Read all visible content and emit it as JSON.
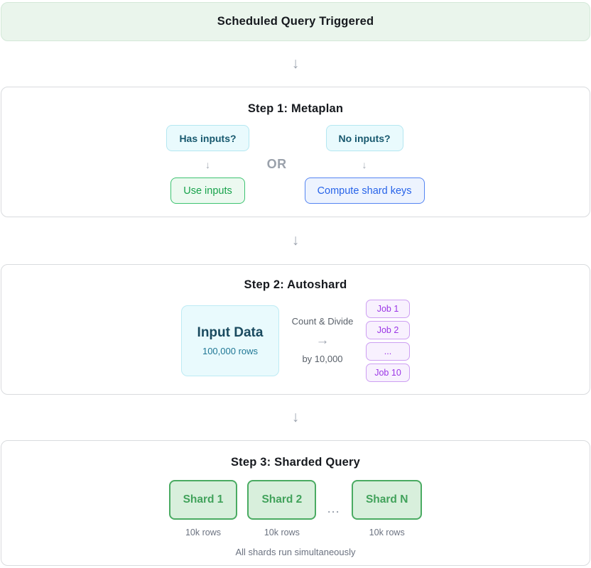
{
  "colors": {
    "header_bg": "#eaf5ec",
    "header_border": "#d3e8d8",
    "card_border": "#d9dbde",
    "cyan_bg": "#e9fafd",
    "cyan_border": "#b4e7f1",
    "cyan_text": "#17586e",
    "green_bg": "#ecf9f0",
    "green_border": "#3ec371",
    "green_text": "#17a24b",
    "blue_bg": "#edf3fe",
    "blue_border": "#5585f2",
    "blue_text": "#2763e9",
    "purple_bg": "#f8f1fe",
    "purple_border": "#cd9ff2",
    "purple_text": "#9b35e6",
    "shard_bg": "#d8efdc",
    "shard_border": "#4aab62",
    "shard_text": "#41a25b",
    "muted_text": "#6b7280",
    "arrow_gray": "#9ca3af",
    "title_text": "#16191e"
  },
  "icons": {
    "down_arrow": "↓",
    "right_arrow": "→"
  },
  "header": {
    "title": "Scheduled Query Triggered"
  },
  "step1": {
    "title": "Step 1: Metaplan",
    "or_label": "OR",
    "branches": [
      {
        "condition": "Has inputs?",
        "action": "Use inputs"
      },
      {
        "condition": "No inputs?",
        "action": "Compute shard keys"
      }
    ]
  },
  "step2": {
    "title": "Step 2: Autoshard",
    "input_box": {
      "title": "Input Data",
      "subtitle": "100,000 rows"
    },
    "operation": {
      "line1": "Count & Divide",
      "line2": "by 10,000"
    },
    "jobs": [
      "Job 1",
      "Job 2",
      "...",
      "Job 10"
    ]
  },
  "step3": {
    "title": "Step 3: Sharded Query",
    "ellipsis": "...",
    "shards": [
      {
        "label": "Shard 1",
        "rows": "10k rows"
      },
      {
        "label": "Shard 2",
        "rows": "10k rows"
      },
      {
        "label": "Shard N",
        "rows": "10k rows"
      }
    ],
    "footnote": "All shards run simultaneously"
  }
}
